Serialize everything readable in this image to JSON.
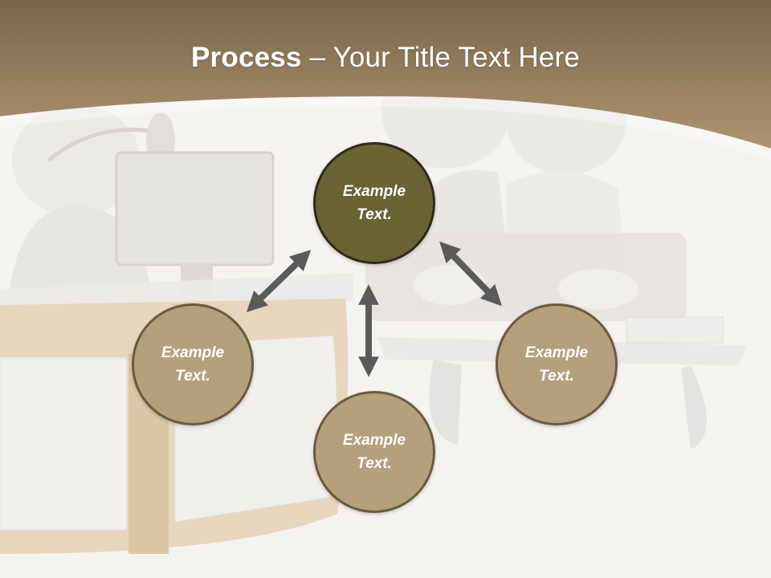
{
  "slide": {
    "title_bold": "Process",
    "title_rest": " – Your Title Text Here"
  },
  "colors": {
    "header_top": "#7a654a",
    "header_bottom": "#a88e6c",
    "primary_node": "#676334",
    "secondary_node": "#b69f7d",
    "node_border": "#6b5a40",
    "arrow": "#5a5a5a"
  },
  "nodes": [
    {
      "id": "top",
      "text": "Example\nText.",
      "style": "primary"
    },
    {
      "id": "left",
      "text": "Example\nText.",
      "style": "secondary"
    },
    {
      "id": "right",
      "text": "Example\nText.",
      "style": "secondary"
    },
    {
      "id": "bottom",
      "text": "Example\nText.",
      "style": "secondary"
    }
  ],
  "connectors": [
    {
      "from": "top",
      "to": "left",
      "type": "double-arrow"
    },
    {
      "from": "top",
      "to": "right",
      "type": "double-arrow"
    },
    {
      "from": "top",
      "to": "bottom",
      "type": "double-arrow"
    }
  ]
}
